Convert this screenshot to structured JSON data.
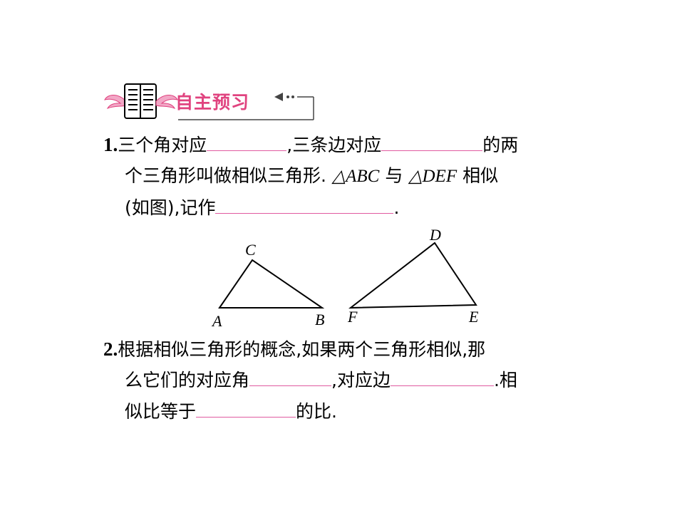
{
  "header": {
    "title": "自主预习",
    "title_color": "#e0437f",
    "book_icon": "open-book-icon",
    "arrow_icon": "arrow-left-icon"
  },
  "q1": {
    "number": "1.",
    "line1_a": "三个角对应",
    "line1_b": ",三条边对应",
    "line1_c": "的两",
    "line2_a": "个三角形叫做相似三角形.",
    "tri1": "△ABC",
    "line2_b": "与",
    "tri2": "△DEF",
    "line2_c": "相似",
    "line3_a": "(如图),记作",
    "line3_b": "."
  },
  "figure": {
    "labels": {
      "A": "A",
      "B": "B",
      "C": "C",
      "D": "D",
      "E": "E",
      "F": "F"
    }
  },
  "q2": {
    "number": "2.",
    "line1": "根据相似三角形的概念,如果两个三角形相似,那",
    "line2_a": "么它们的对应角",
    "line2_b": ",对应边",
    "line2_c": ".相",
    "line3_a": "似比等于",
    "line3_b": "的比."
  },
  "colors": {
    "blank_underline": "#e05aa0",
    "banner_pink": "#e0437f"
  }
}
